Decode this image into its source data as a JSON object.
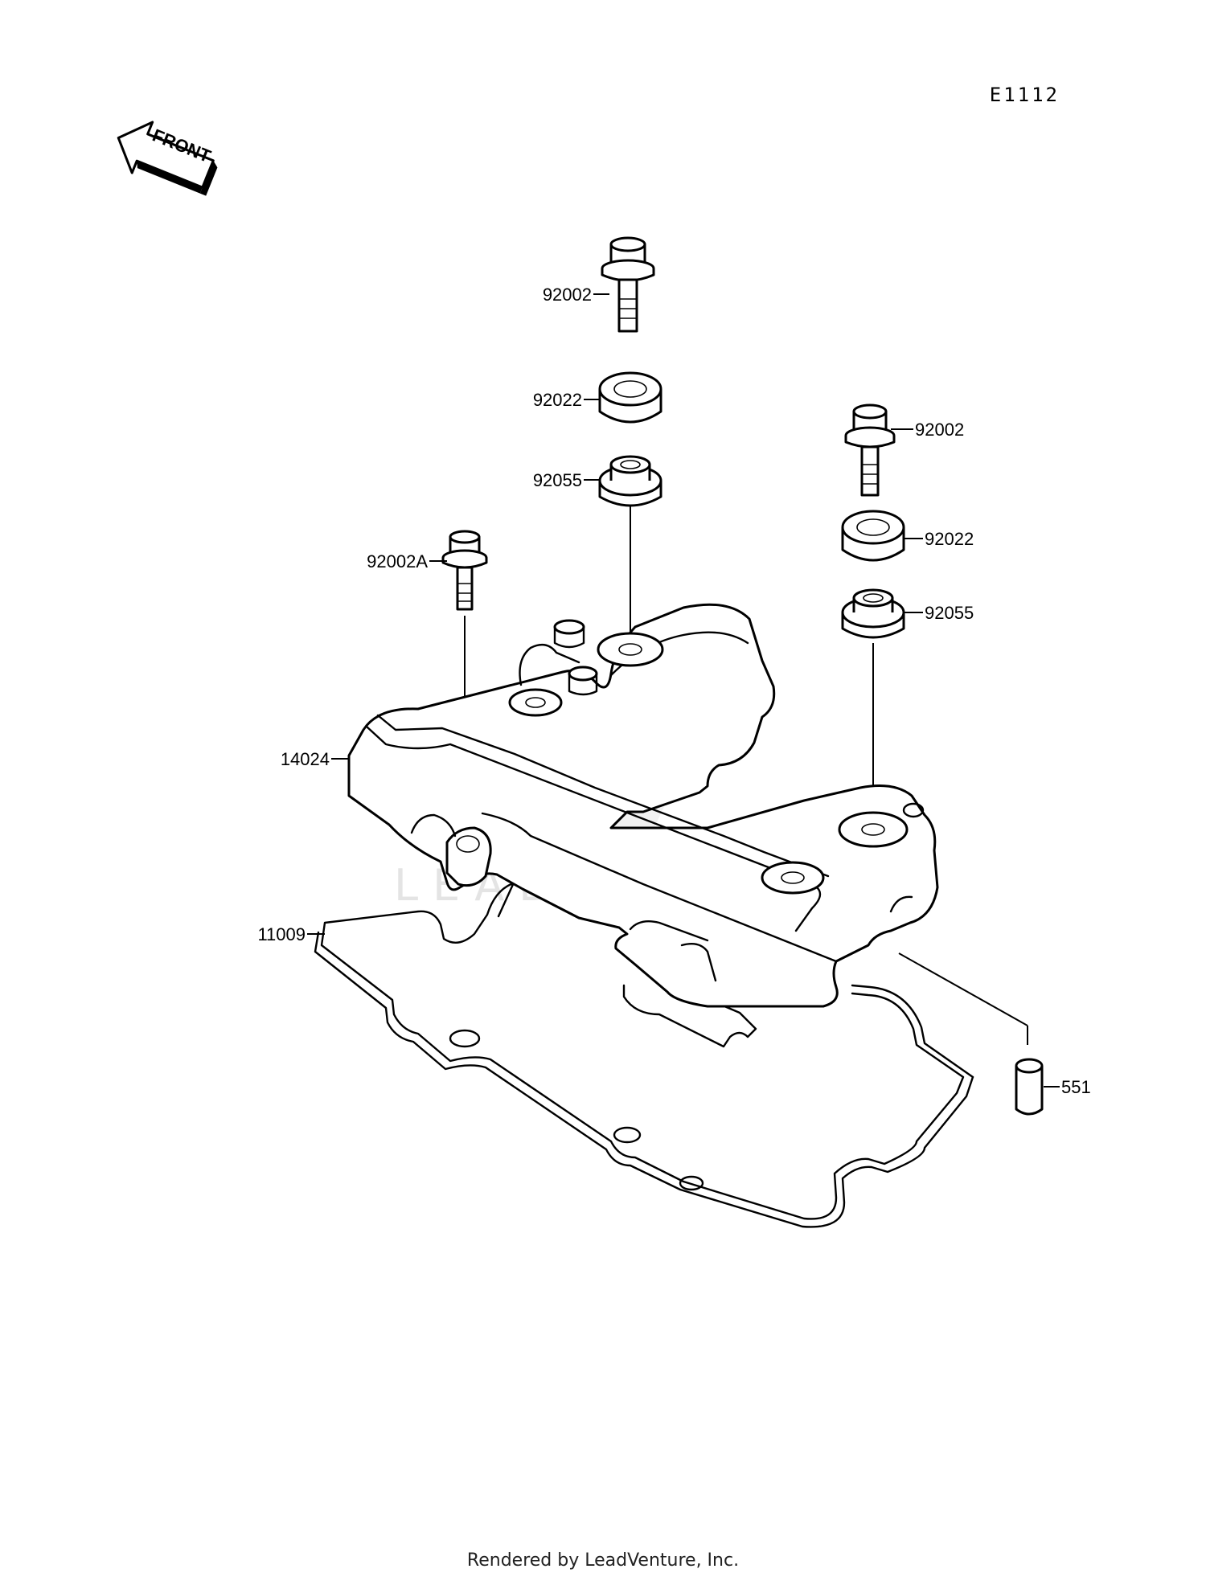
{
  "diagram": {
    "code": "E1112",
    "front_label": "FRONT",
    "watermark": "LEADVENTURE",
    "footer": "Rendered by LeadVenture, Inc."
  },
  "parts": {
    "bolt_top_left": "92002",
    "washer_top_left": "92022",
    "grommet_top_left": "92055",
    "bolt_left": "92002A",
    "bolt_right": "92002",
    "washer_right": "92022",
    "grommet_right": "92055",
    "cover": "14024",
    "gasket": "11009",
    "pin": "551"
  }
}
